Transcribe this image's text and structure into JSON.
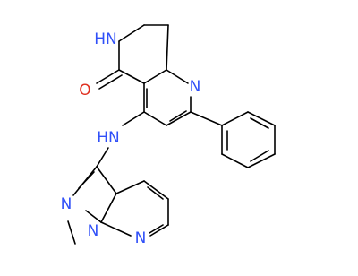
{
  "colors": {
    "bond": "#000000",
    "nitrogen": "#3050F8",
    "oxygen": "#E03020",
    "carbon": "#000000"
  },
  "atoms": {
    "n_amide": "HN",
    "o_carbonyl": "O",
    "n_pyridine": "N",
    "n_amine": "HN",
    "n_pyrazole_a": "N",
    "n_pyrazole_b": "N",
    "n_pyridine_fused": "N"
  }
}
